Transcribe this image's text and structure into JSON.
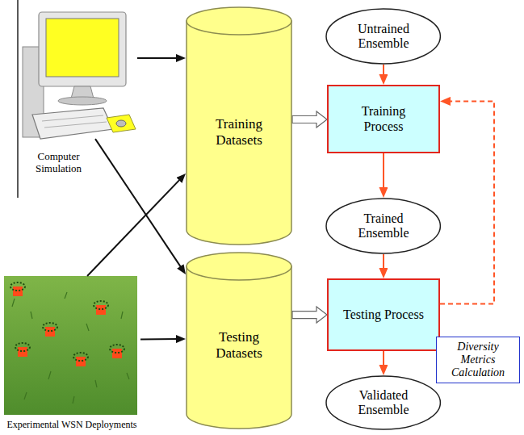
{
  "diagram": {
    "nodes": [
      {
        "text": [
          "Computer Simulation"
        ]
      },
      {
        "text": [
          "Experimental WSN Deployments"
        ]
      },
      {
        "text": [
          "Training Datasets"
        ]
      },
      {
        "text": [
          "Testing Datasets"
        ]
      },
      {
        "text": [
          "Untrained Ensemble"
        ]
      },
      {
        "text": [
          "Training Process"
        ]
      },
      {
        "text": [
          "Trained Ensemble"
        ]
      },
      {
        "text": [
          "Testing Process"
        ]
      },
      {
        "text": [
          "Diversity Metrics Calculation"
        ]
      },
      {
        "text": [
          "Validated Ensemble"
        ]
      }
    ],
    "edges": [
      {
        "from": 0,
        "to": 2,
        "arrow": "to"
      },
      {
        "from": 0,
        "to": 3,
        "arrow": "to"
      },
      {
        "from": 1,
        "to": 2,
        "arrow": "to"
      },
      {
        "from": 1,
        "to": 3,
        "arrow": "to"
      },
      {
        "from": 2,
        "to": 5,
        "arrow": "to"
      },
      {
        "from": 3,
        "to": 7,
        "arrow": "to"
      },
      {
        "from": 4,
        "to": 5,
        "arrow": "to"
      },
      {
        "from": 5,
        "to": 6,
        "arrow": "to"
      },
      {
        "from": 6,
        "to": 7,
        "arrow": "to"
      },
      {
        "from": 7,
        "to": 9,
        "arrow": "to"
      },
      {
        "from": 7,
        "to": 5,
        "arrow": "to"
      }
    ]
  }
}
